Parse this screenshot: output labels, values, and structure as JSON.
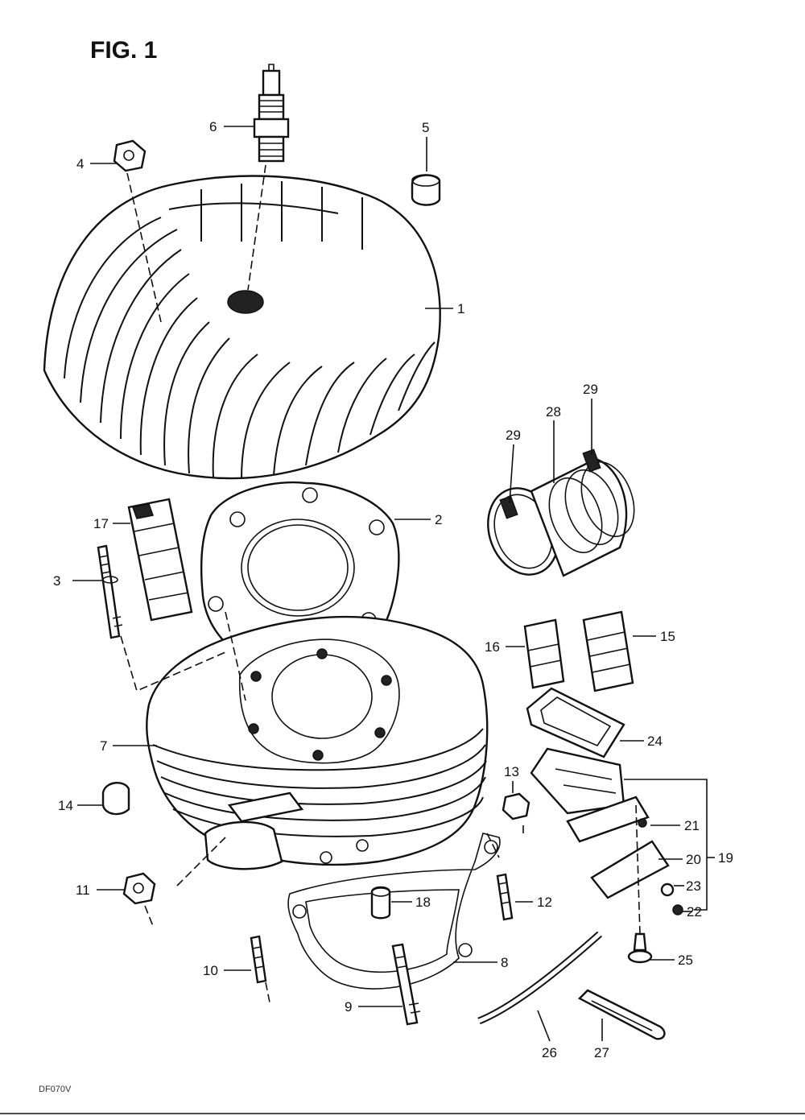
{
  "figure": {
    "title": "FIG. 1",
    "footer_code": "DF070V"
  },
  "callouts": [
    {
      "id": "c1",
      "text": "1"
    },
    {
      "id": "c2",
      "text": "2"
    },
    {
      "id": "c3",
      "text": "3"
    },
    {
      "id": "c4",
      "text": "4"
    },
    {
      "id": "c5",
      "text": "5"
    },
    {
      "id": "c6",
      "text": "6"
    },
    {
      "id": "c7",
      "text": "7"
    },
    {
      "id": "c8",
      "text": "8"
    },
    {
      "id": "c9",
      "text": "9"
    },
    {
      "id": "c10",
      "text": "10"
    },
    {
      "id": "c11",
      "text": "11"
    },
    {
      "id": "c12",
      "text": "12"
    },
    {
      "id": "c13",
      "text": "13"
    },
    {
      "id": "c14",
      "text": "14"
    },
    {
      "id": "c15",
      "text": "15"
    },
    {
      "id": "c16",
      "text": "16"
    },
    {
      "id": "c17",
      "text": "17"
    },
    {
      "id": "c18",
      "text": "18"
    },
    {
      "id": "c19",
      "text": "19"
    },
    {
      "id": "c20",
      "text": "20"
    },
    {
      "id": "c21",
      "text": "21"
    },
    {
      "id": "c22",
      "text": "22"
    },
    {
      "id": "c23",
      "text": "23"
    },
    {
      "id": "c24",
      "text": "24"
    },
    {
      "id": "c25",
      "text": "25"
    },
    {
      "id": "c26",
      "text": "26"
    },
    {
      "id": "c27",
      "text": "27"
    },
    {
      "id": "c28",
      "text": "28"
    },
    {
      "id": "c29a",
      "text": "29"
    },
    {
      "id": "c29b",
      "text": "29"
    }
  ]
}
